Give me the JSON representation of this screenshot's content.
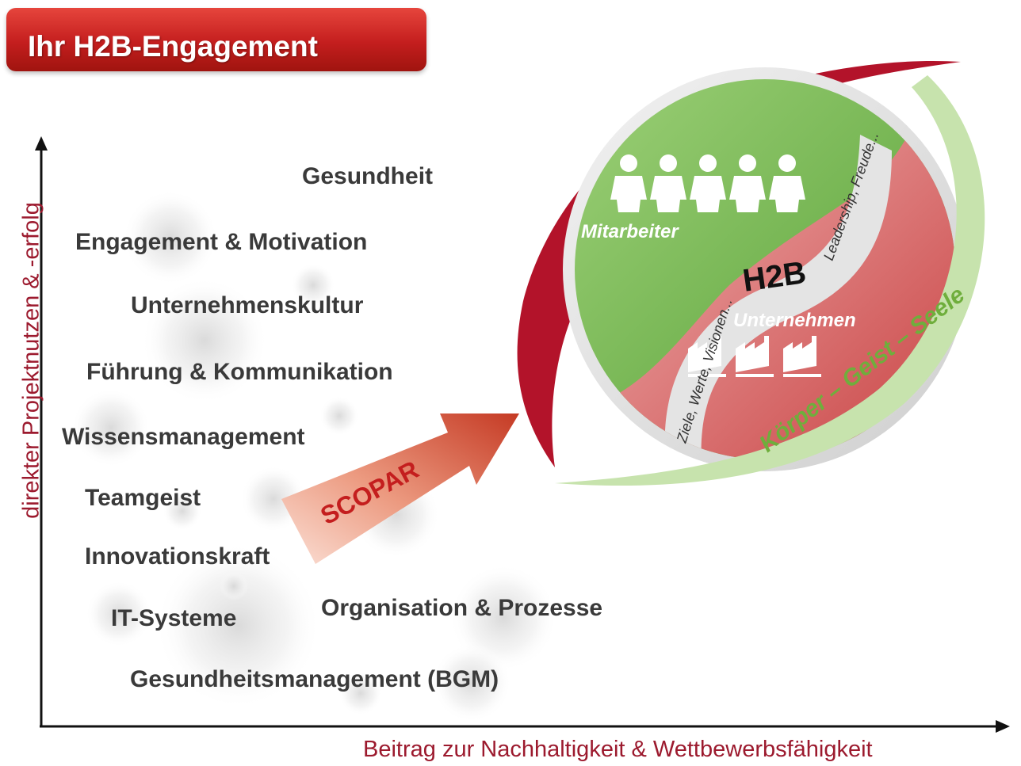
{
  "title": "Ihr H2B-Engagement",
  "axes": {
    "x_label": "Beitrag zur Nachhaltigkeit & Wettbewerbsfähigkeit",
    "y_label": "direkter Projektnutzen & -erfolg"
  },
  "topics": [
    "Gesundheit",
    "Engagement & Motivation",
    "Unternehmenskultur",
    "Führung & Kommunikation",
    "Wissensmanagement",
    "Teamgeist",
    "Innovationskraft",
    "IT-Systeme",
    "Organisation & Prozesse",
    "Gesundheitsmanagement (BGM)"
  ],
  "arrow_label": "SCOPAR",
  "h2b": {
    "center": "H2B",
    "top_half": "Mitarbeiter",
    "bottom_half": "Unternehmen",
    "ring_text_left": "Ziele, Werte, Visionen...",
    "ring_text_right": "Leadership, Freude...",
    "outer_band": "Körper – Geist – Seele"
  },
  "colors": {
    "accent_red": "#c41e1e",
    "axis_label": "#9c1a2e",
    "green": "#7fbf5a",
    "band_green": "#6fae3c"
  }
}
